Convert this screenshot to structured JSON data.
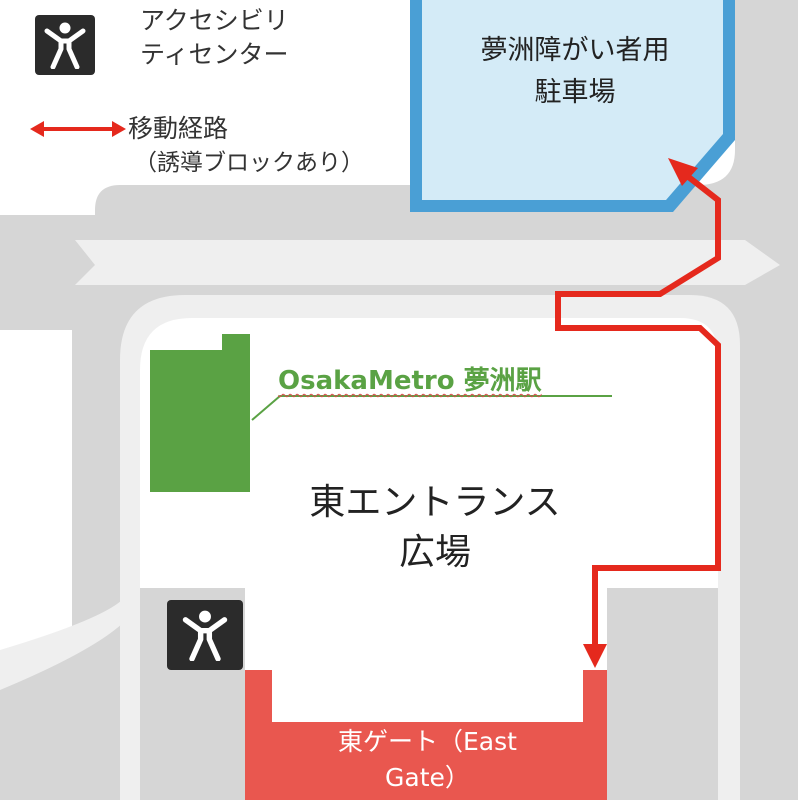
{
  "legend": {
    "accessibility_center": [
      "アクセシビリ",
      "ティセンター"
    ],
    "route": [
      "移動経路",
      "（誘導ブロックあり）"
    ]
  },
  "map": {
    "parking": [
      "夢洲障がい者用",
      "駐車場"
    ],
    "station": "OsakaMetro 夢洲駅",
    "plaza": [
      "東エントランス",
      "広場"
    ],
    "gate": [
      "東ゲート（East",
      "Gate）"
    ]
  },
  "icons": {
    "accessibility": "accessibility-person-icon",
    "route": "double-arrow-icon"
  },
  "colors": {
    "background_gray": "#d6d6d6",
    "road_light": "#efefef",
    "plaza_white": "#ffffff",
    "parking_fill": "#d4ebf7",
    "parking_border": "#4a9fd5",
    "station_green": "#5aa244",
    "gate_red": "#e9574f",
    "route_red": "#e5291d",
    "icon_dark": "#2b2b2b"
  }
}
